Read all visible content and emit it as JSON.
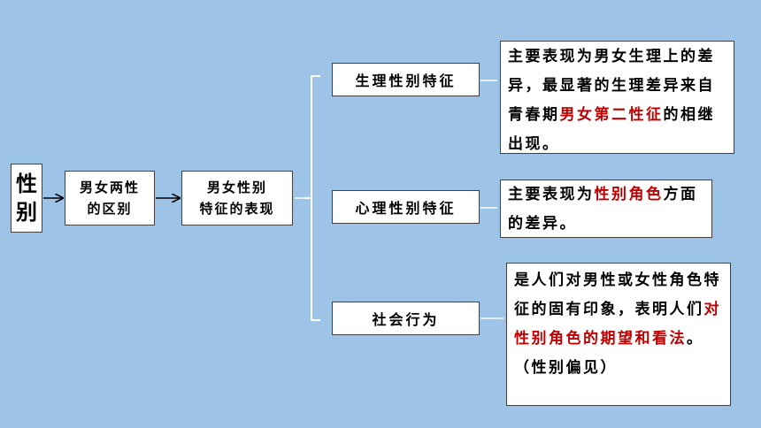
{
  "root": {
    "line1": "性",
    "line2": "别"
  },
  "level1": {
    "line1": "男女两性",
    "line2": "的区别"
  },
  "level2": {
    "line1": "男女性别",
    "line2": "特征的表现"
  },
  "categories": [
    {
      "label": "生理性别特征"
    },
    {
      "label": "心理性别特征"
    },
    {
      "label": "社会行为"
    }
  ],
  "descriptions": {
    "physiological": {
      "p1": "主要表现为男女生理上的差异，最显著的生理差异来自青春期",
      "p2_red": "男女第二性征",
      "p3": "的相继出现。"
    },
    "psychological": {
      "p1": "主要表现为",
      "p2_red": "性别角色",
      "p3": "方面的差异。"
    },
    "social": {
      "p1": "是人们对男性或女性角色特征的固有印象，表明人们",
      "p2_red": "对性别角色的期望和看法",
      "p3": "。",
      "p4": "（性别偏见）"
    }
  },
  "colors": {
    "background": "#9dc3e6",
    "highlight": "#c00000",
    "box": "#ffffff"
  }
}
